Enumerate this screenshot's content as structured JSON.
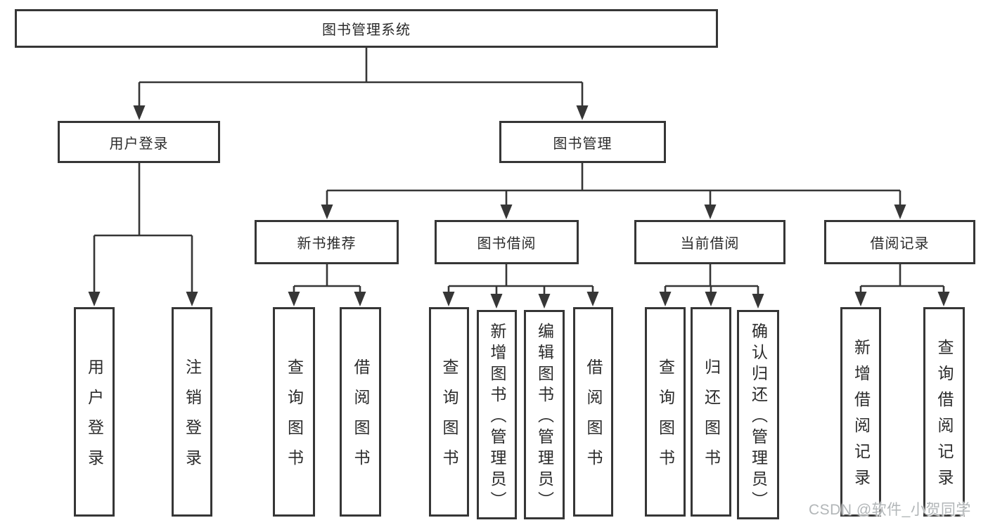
{
  "tree": {
    "label": "图书管理系统",
    "children": [
      {
        "label": "用户登录",
        "children": [
          {
            "label": "用户登录"
          },
          {
            "label": "注销登录"
          }
        ]
      },
      {
        "label": "图书管理",
        "children": [
          {
            "label": "新书推荐",
            "children": [
              {
                "label": "查询图书"
              },
              {
                "label": "借阅图书"
              }
            ]
          },
          {
            "label": "图书借阅",
            "children": [
              {
                "label": "查询图书"
              },
              {
                "label": "新增图书（管理员）"
              },
              {
                "label": "编辑图书（管理员）"
              },
              {
                "label": "借阅图书"
              }
            ]
          },
          {
            "label": "当前借阅",
            "children": [
              {
                "label": "查询图书"
              },
              {
                "label": "归还图书"
              },
              {
                "label": "确认归还（管理员）"
              }
            ]
          },
          {
            "label": "借阅记录",
            "children": [
              {
                "label": "新增借阅记录"
              },
              {
                "label": "查询借阅记录"
              }
            ]
          }
        ]
      }
    ]
  },
  "watermark": "CSDN @软件_小贺同学",
  "colors": {
    "line": "#363636",
    "box_border": "#363636",
    "text": "#2b2b2b",
    "watermark": "#b2b6b8",
    "background": "#ffffff"
  }
}
